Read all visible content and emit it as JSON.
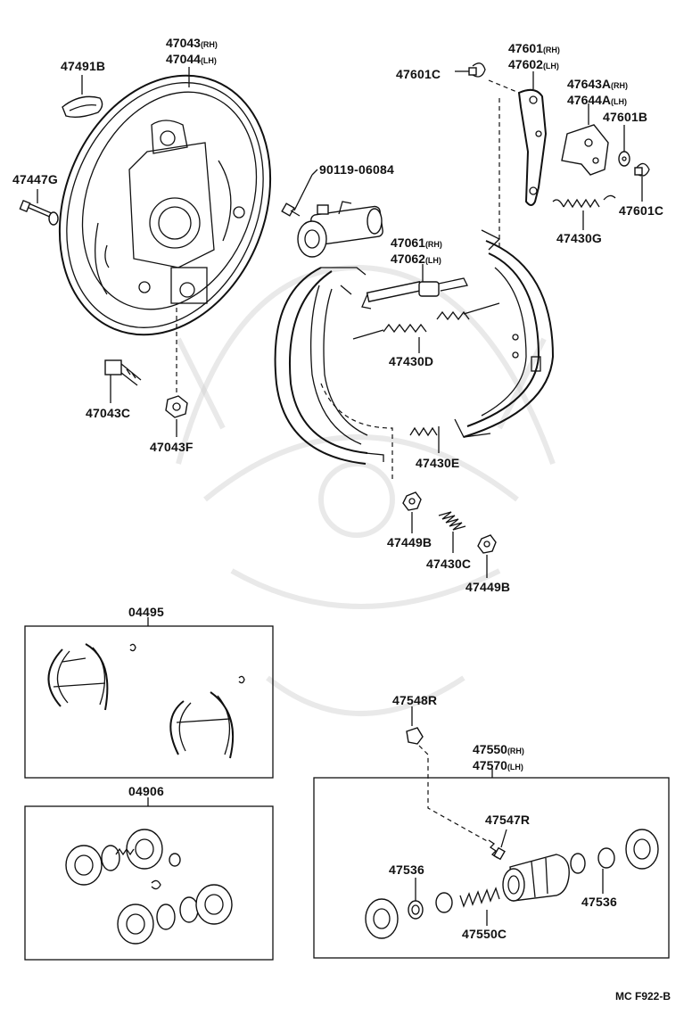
{
  "parts": {
    "p47043": "47043",
    "p47043_sfx": "(RH)",
    "p47044": "47044",
    "p47044_sfx": "(LH)",
    "p47491B": "47491B",
    "p47447G": "47447G",
    "p47043C": "47043C",
    "p47043F": "47043F",
    "p90119": "90119-06084",
    "p47061": "47061",
    "p47061_sfx": "(RH)",
    "p47062": "47062",
    "p47062_sfx": "(LH)",
    "p47430D": "47430D",
    "p47430E": "47430E",
    "p47449B_a": "47449B",
    "p47430C": "47430C",
    "p47449B_b": "47449B",
    "p47601C_a": "47601C",
    "p47601": "47601",
    "p47601_sfx": "(RH)",
    "p47602": "47602",
    "p47602_sfx": "(LH)",
    "p47643A": "47643A",
    "p47643A_sfx": "(RH)",
    "p47644A": "47644A",
    "p47644A_sfx": "(LH)",
    "p47601B": "47601B",
    "p47601C_b": "47601C",
    "p47430G": "47430G",
    "p04495": "04495",
    "p04906": "04906",
    "p47548R": "47548R",
    "p47550": "47550",
    "p47550_sfx": "(RH)",
    "p47570": "47570",
    "p47570_sfx": "(LH)",
    "p47547R": "47547R",
    "p47536_a": "47536",
    "p47536_b": "47536",
    "p47550C": "47550C"
  },
  "footer": {
    "code": "MC F922-B"
  }
}
